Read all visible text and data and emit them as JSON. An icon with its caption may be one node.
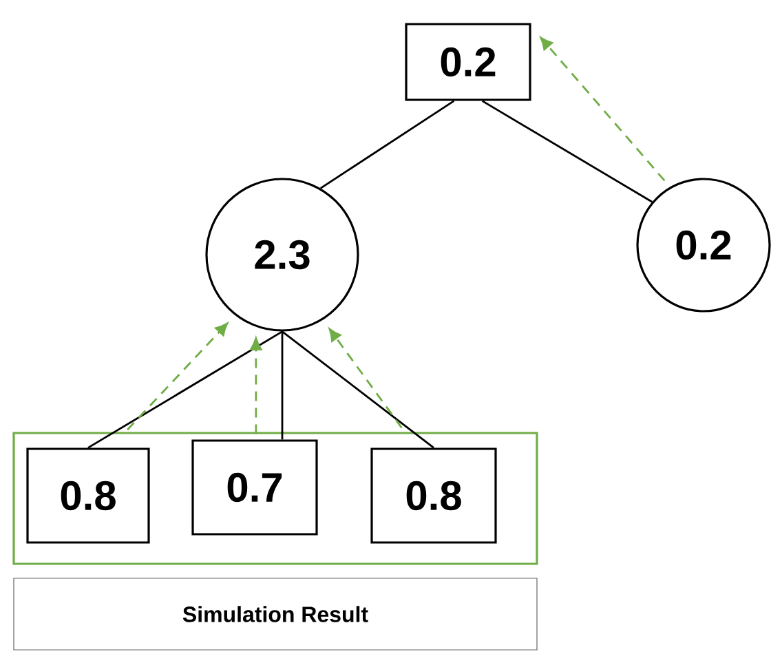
{
  "diagram": {
    "nodes": [
      {
        "text": [
          "0.2"
        ]
      },
      {
        "text": [
          "2.3"
        ]
      },
      {
        "text": [
          "0.2"
        ]
      },
      {
        "text": [],
        "shape": "box"
      },
      {
        "text": [
          "0.8"
        ],
        "in": 3
      },
      {
        "text": [
          "0.7"
        ],
        "in": 3
      },
      {
        "text": [
          "0.8"
        ],
        "in": 3
      },
      {
        "text": [
          "Simulation Result"
        ]
      }
    ],
    "edges": [
      {
        "from": 0,
        "to": 1,
        "arrow": "none"
      },
      {
        "from": 0,
        "to": 2,
        "arrow": "none"
      },
      {
        "from": 1,
        "to": 4,
        "arrow": "none"
      },
      {
        "from": 1,
        "to": 5,
        "arrow": "none"
      },
      {
        "from": 1,
        "to": 6,
        "arrow": "none"
      },
      {
        "from": 2,
        "to": 0,
        "arrow": "to",
        "style": "dashed",
        "color": "#70ad47"
      },
      {
        "from": 4,
        "to": 1,
        "arrow": "to",
        "style": "dashed",
        "color": "#70ad47"
      },
      {
        "from": 5,
        "to": 1,
        "arrow": "to",
        "style": "dashed",
        "color": "#70ad47"
      },
      {
        "from": 6,
        "to": 1,
        "arrow": "to",
        "style": "dashed",
        "color": "#70ad47"
      }
    ]
  }
}
